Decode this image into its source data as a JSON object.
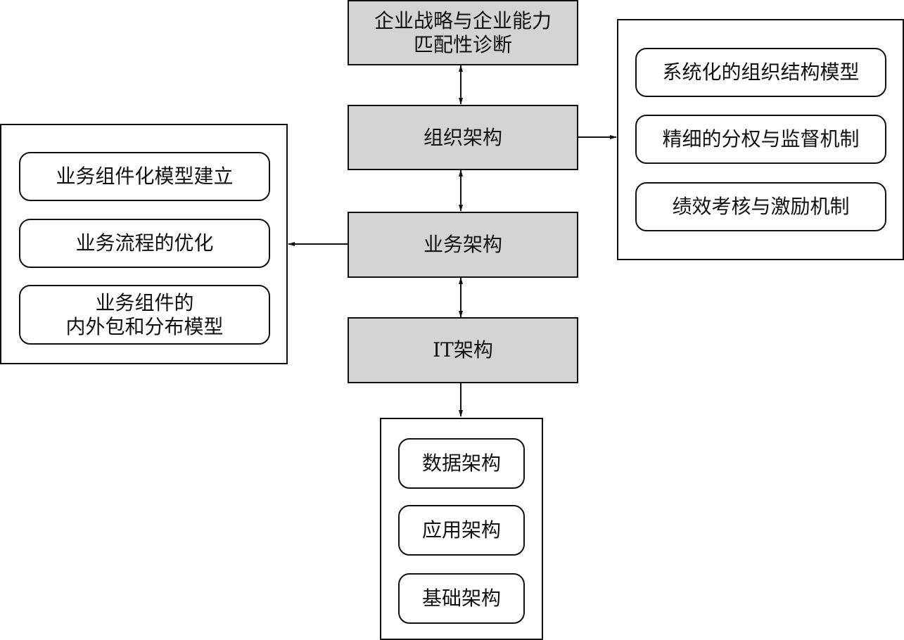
{
  "core": {
    "strategy_line1": "企业战略与企业能力",
    "strategy_line2": "匹配性诊断",
    "org": "组织架构",
    "business": "业务架构",
    "it": "IT架构"
  },
  "org_panel": {
    "items": [
      "系统化的组织结构模型",
      "精细的分权与监督机制",
      "绩效考核与激励机制"
    ]
  },
  "business_panel": {
    "item1": "业务组件化模型建立",
    "item2": "业务流程的优化",
    "item3_line1": "业务组件的",
    "item3_line2": "内外包和分布模型"
  },
  "it_panel": {
    "items": [
      "数据架构",
      "应用架构",
      "基础架构"
    ]
  }
}
